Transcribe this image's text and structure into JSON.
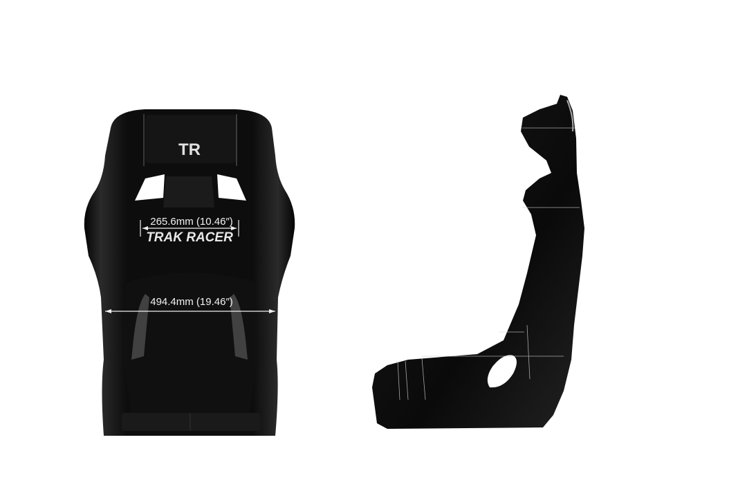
{
  "product": {
    "logo_text": "TR",
    "brand_text": "TRAK RACER"
  },
  "dimensions": {
    "shoulder_width": "265.6mm (10.46″)",
    "overall_width": "494.4mm (19.46″)"
  },
  "colors": {
    "seat": "#0b0b0b",
    "background": "#ffffff",
    "dimension_line": "#f0f0f0"
  }
}
